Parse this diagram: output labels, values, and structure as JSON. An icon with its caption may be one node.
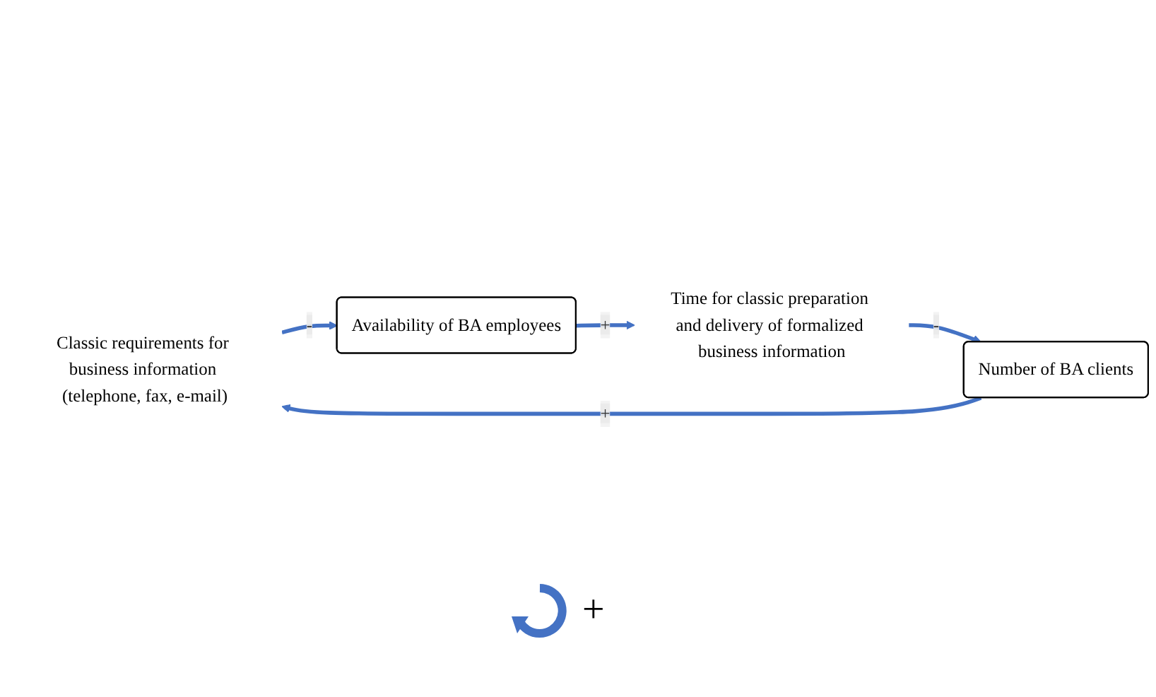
{
  "diagram": {
    "nodes": [
      {
        "text": [
          "Classic requirements for business information (telephone, fax, e-mail)"
        ]
      },
      {
        "text": [
          "Availability of BA employees"
        ]
      },
      {
        "text": [
          "Time for classic preparation and delivery of formalized business information"
        ]
      },
      {
        "text": [
          "Number of BA clients"
        ]
      }
    ],
    "edges": [
      {
        "from": 3,
        "to": 0,
        "arrow": "to",
        "label": "+"
      },
      {
        "from": 0,
        "to": 1,
        "arrow": "to",
        "label": "-"
      },
      {
        "from": 1,
        "to": 2,
        "arrow": "to",
        "label": "+"
      },
      {
        "from": 2,
        "to": 3,
        "arrow": "to",
        "label": "-"
      }
    ],
    "labels": [
      "+"
    ]
  }
}
